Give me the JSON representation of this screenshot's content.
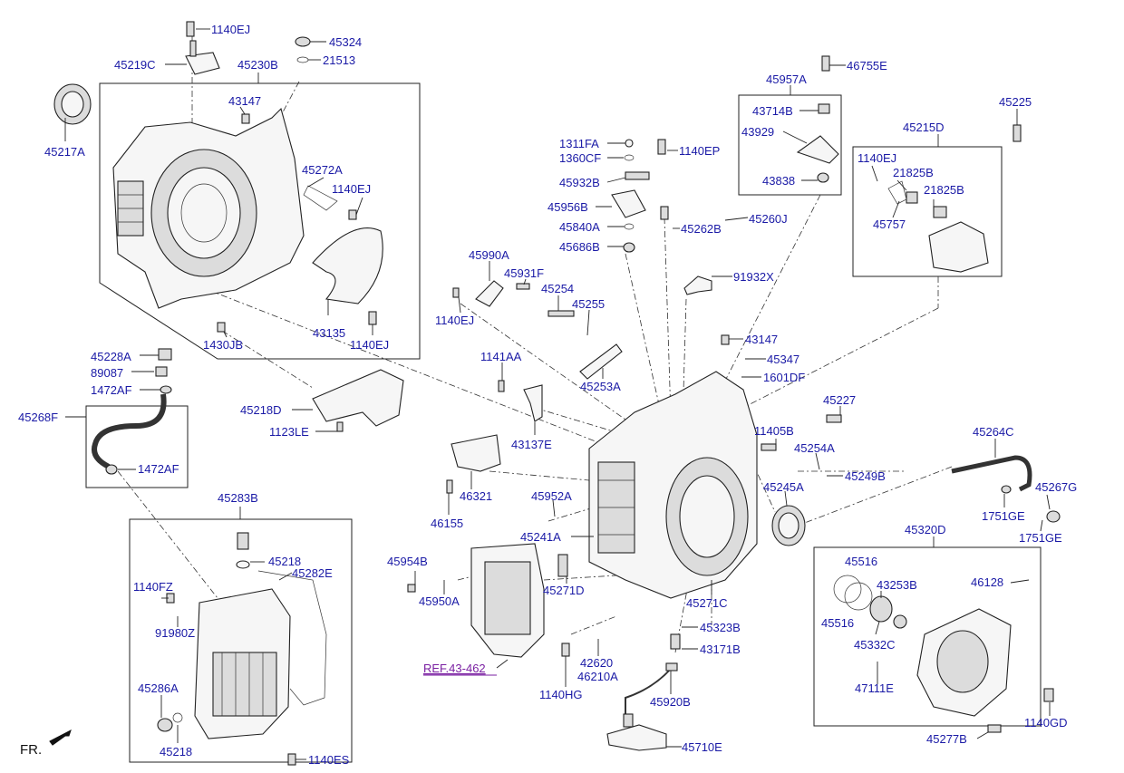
{
  "diagram": {
    "labels": {
      "p1140EJ_a": "1140EJ",
      "p45219C": "45219C",
      "p45230B": "45230B",
      "p45324": "45324",
      "p21513": "21513",
      "p45217A": "45217A",
      "p43147_a": "43147",
      "p45272A": "45272A",
      "p1140EJ_b": "1140EJ",
      "p43135": "43135",
      "p1140EJ_c": "1140EJ",
      "p1430JB": "1430JB",
      "p45228A": "45228A",
      "p89087": "89087",
      "p1472AF_a": "1472AF",
      "p45268F": "45268F",
      "p1472AF_b": "1472AF",
      "p45218D": "45218D",
      "p1123LE": "1123LE",
      "p45283B": "45283B",
      "p45218_a": "45218",
      "p45282E": "45282E",
      "p1140FZ": "1140FZ",
      "p91980Z": "91980Z",
      "p45286A": "45286A",
      "p45218_b": "45218",
      "p1140ES": "1140ES",
      "p1311FA": "1311FA",
      "p1360CF": "1360CF",
      "p1140EP": "1140EP",
      "p45932B": "45932B",
      "p45956B": "45956B",
      "p45840A": "45840A",
      "p45262B": "45262B",
      "p45260J": "45260J",
      "p45686B": "45686B",
      "p45990A": "45990A",
      "p45931F": "45931F",
      "p45254": "45254",
      "p45255": "45255",
      "p1140EJ_d": "1140EJ",
      "p91932X": "91932X",
      "p1141AA": "1141AA",
      "p45253A": "45253A",
      "p43137E": "43137E",
      "p43147_b": "43147",
      "p45347": "45347",
      "p1601DF": "1601DF",
      "p45227": "45227",
      "p11405B": "11405B",
      "p45254A": "45254A",
      "p45249B": "45249B",
      "p45245A": "45245A",
      "p46321": "46321",
      "p46155": "46155",
      "p45952A": "45952A",
      "p45241A": "45241A",
      "p45954B": "45954B",
      "p45950A": "45950A",
      "p45271D": "45271D",
      "p45271C": "45271C",
      "p45323B": "45323B",
      "p43171B": "43171B",
      "p42620": "42620",
      "p46210A": "46210A",
      "p1140HG": "1140HG",
      "p45920B": "45920B",
      "p45710E": "45710E",
      "pREF": "REF.43-462",
      "p45957A": "45957A",
      "p46755E": "46755E",
      "p43714B": "43714B",
      "p43929": "43929",
      "p43838": "43838",
      "p45225": "45225",
      "p45215D": "45215D",
      "p1140EJ_e": "1140EJ",
      "p21825B_a": "21825B",
      "p21825B_b": "21825B",
      "p45757": "45757",
      "p45264C": "45264C",
      "p45267G": "45267G",
      "p1751GE_a": "1751GE",
      "p1751GE_b": "1751GE",
      "p45320D": "45320D",
      "p45516_a": "45516",
      "p43253B": "43253B",
      "p46128": "46128",
      "p45516_b": "45516",
      "p45332C": "45332C",
      "p47111E": "47111E",
      "p1140GD": "1140GD",
      "p45277B": "45277B",
      "fr": "FR."
    }
  }
}
